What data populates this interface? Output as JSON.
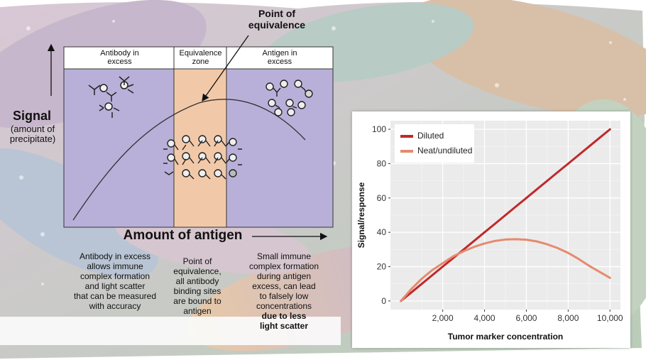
{
  "diagram": {
    "point_label": "Point of\nequivalence",
    "zones": [
      "Antibody in\nexcess",
      "Equivalence\nzone",
      "Antigen in\nexcess"
    ],
    "signal_label": "Signal",
    "signal_sub": "(amount of\nprecipitate)",
    "x_label": "Amount of antigen",
    "captions": [
      "Antibody in excess\nallows immune\ncomplex formation\nand light scatter\nthat can be measured\nwith accuracy",
      "Point of\nequivalence,\nall antibody\nbinding sites\nare bound to\nantigen",
      "Small immune\ncomplex formation\nduring antigen\nexcess, can lead\nto falsely low\nconcentrations"
    ],
    "caption_tail": "due to less\nlight scatter"
  },
  "chart_data": {
    "type": "line",
    "x": [
      0,
      500,
      1000,
      1500,
      2000,
      2500,
      3000,
      3500,
      4000,
      4500,
      5000,
      5500,
      6000,
      6500,
      7000,
      7500,
      8000,
      8500,
      9000,
      9500,
      10000
    ],
    "series": [
      {
        "name": "Diluted",
        "color": "#c0282a",
        "values": [
          0,
          5,
          10,
          15,
          20,
          25,
          30,
          35,
          40,
          45,
          50,
          55,
          60,
          65,
          70,
          75,
          80,
          85,
          90,
          95,
          100
        ]
      },
      {
        "name": "Neat/undiluted",
        "color": "#e58a6f",
        "values": [
          0,
          7,
          13,
          18,
          22,
          26,
          29,
          31.5,
          33.5,
          35,
          35.8,
          36,
          35.7,
          34.7,
          33,
          30.8,
          28,
          24.5,
          20.5,
          17,
          13.5
        ]
      }
    ],
    "xlabel": "Tumor marker concentration",
    "ylabel": "Signal/response",
    "xticks": [
      "2,000",
      "4,000",
      "6,000",
      "8,000",
      "10,000"
    ],
    "xtick_values": [
      2000,
      4000,
      6000,
      8000,
      10000
    ],
    "yticks": [
      "0",
      "20",
      "40",
      "60",
      "80",
      "100"
    ],
    "ytick_values": [
      0,
      20,
      40,
      60,
      80,
      100
    ],
    "xlim": [
      -500,
      10500
    ],
    "ylim": [
      -5,
      105
    ],
    "grid": true,
    "legend_position": "top-left",
    "panel_color": "#ebebeb"
  }
}
